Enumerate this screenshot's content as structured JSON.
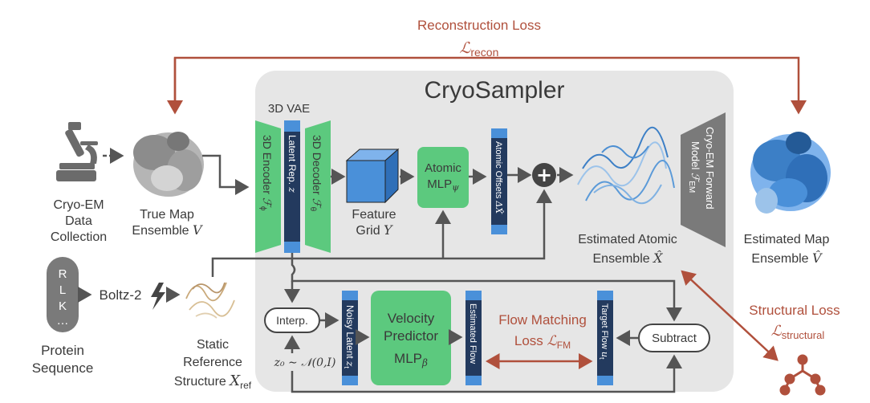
{
  "title": "CryoSampler",
  "recon": {
    "line1": "Reconstruction Loss",
    "symbol": "ℒ",
    "sub": "recon"
  },
  "vae_label": "3D VAE",
  "encoder": {
    "label": "3D Encoder ",
    "symbol": "ℱ",
    "sub": "ϕ"
  },
  "latent": {
    "label": "Latent Rep. ",
    "symbol": "z"
  },
  "decoder": {
    "label": "3D Decoder ",
    "symbol": "ℱ",
    "sub": "θ"
  },
  "feature_grid": {
    "line1": "Feature",
    "line2": "Grid ",
    "symbol": "Y"
  },
  "atomic_mlp": {
    "line1": "Atomic",
    "line2": "MLP",
    "sub": "ψ"
  },
  "offsets": {
    "label": "Atomic Offsets ",
    "symbol": "ΔX̂"
  },
  "plus": "+",
  "est_atomic": {
    "line1": "Estimated Atomic",
    "line2": "Ensemble ",
    "symbol": "X̂"
  },
  "forward": {
    "line1": "Cryo-EM Forward",
    "line2": "Model ",
    "symbol": "ℱ",
    "sub": "EM"
  },
  "est_map": {
    "line1": "Estimated Map",
    "line2": "Ensemble ",
    "symbol": "V̂"
  },
  "cryo_em": {
    "line1": "Cryo-EM",
    "line2": "Data",
    "line3": "Collection"
  },
  "true_map": {
    "line1": "True Map",
    "line2": "Ensemble ",
    "symbol": "V"
  },
  "protein_seq": {
    "letters": [
      "R",
      "L",
      "K",
      "…"
    ],
    "line1": "Protein",
    "line2": "Sequence"
  },
  "boltz": "Boltz-2",
  "static_ref": {
    "line1": "Static",
    "line2": "Reference",
    "line3": "Structure ",
    "symbol": "X",
    "sub": "ref"
  },
  "interp": "Interp.",
  "noisy": {
    "label": "Noisy Latent ",
    "symbol": "z",
    "sub": "t"
  },
  "velocity": {
    "line1": "Velocity",
    "line2": "Predictor",
    "line3": "MLP",
    "sub": "β"
  },
  "est_flow": "Estimated Flow",
  "fm_loss": {
    "line1": "Flow Matching",
    "line2": "Loss ",
    "symbol": "ℒ",
    "sub": "FM"
  },
  "target_flow": {
    "label": "Target Flow ",
    "symbol": "u",
    "sub": "t"
  },
  "subtract": "Subtract",
  "z0": "z₀ ∼ 𝒩(0,I)",
  "struct_loss": {
    "line1": "Structural Loss",
    "symbol": "ℒ",
    "sub": "structural"
  },
  "colors": {
    "green": "#5cc97e",
    "blue": "#4a90d9",
    "darkbar": "#233a5e",
    "red": "#b0503c",
    "panel": "#e6e6e6",
    "gray": "#7a7a7a"
  }
}
